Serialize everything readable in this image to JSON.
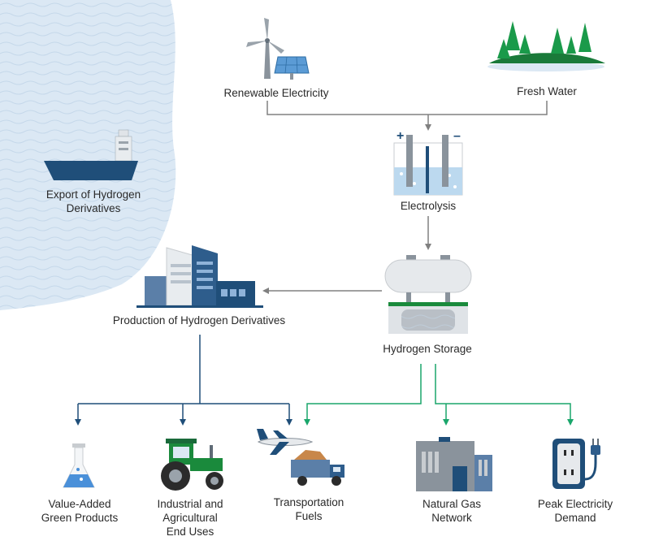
{
  "nodes": {
    "renewable": "Renewable Electricity",
    "water": "Fresh Water",
    "electrolysis": "Electrolysis",
    "storage": "Hydrogen Storage",
    "production": "Production of Hydrogen Derivatives",
    "export": "Export of Hydrogen\nDerivatives",
    "green_products": "Value-Added\nGreen Products",
    "industrial": "Industrial and\nAgricultural\nEnd Uses",
    "transport": "Transportation\nFuels",
    "gas_network": "Natural Gas\nNetwork",
    "peak": "Peak Electricity\nDemand"
  },
  "electrolysis_signs": {
    "plus": "+",
    "minus": "–"
  },
  "colors": {
    "sea": "#dbe8f4",
    "navy": "#1f4e79",
    "green": "#1aa66b",
    "gray_arrow": "#808080",
    "tractor_green": "#1a8a3c",
    "forest_green": "#157a3a"
  }
}
